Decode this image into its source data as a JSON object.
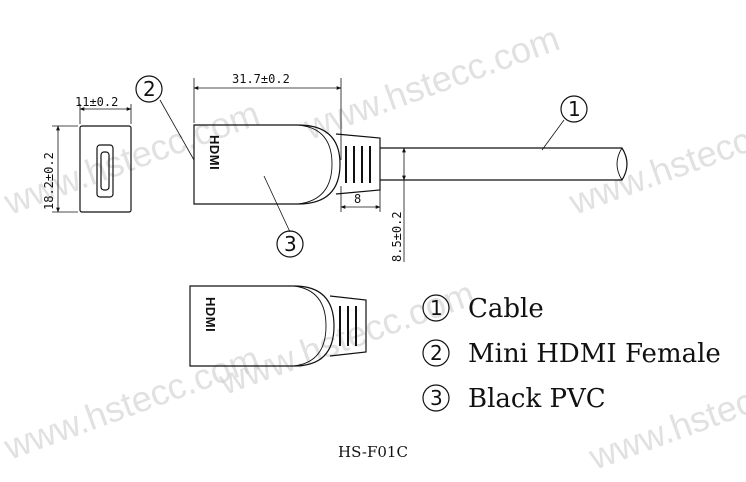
{
  "watermark": "www.hstecc.com",
  "dimensions": {
    "width_face": "11±0.2",
    "height_face": "18.2±0.2",
    "body_length": "31.7±0.2",
    "strain_relief": "8",
    "cable_dia": "8.5±0.2"
  },
  "callouts": [
    "1",
    "2",
    "3"
  ],
  "connector_logo": "HDMI",
  "legend": [
    {
      "num": "1",
      "text": "Cable"
    },
    {
      "num": "2",
      "text": "Mini HDMI Female"
    },
    {
      "num": "3",
      "text": "Black PVC"
    }
  ],
  "model": "HS-F01C"
}
